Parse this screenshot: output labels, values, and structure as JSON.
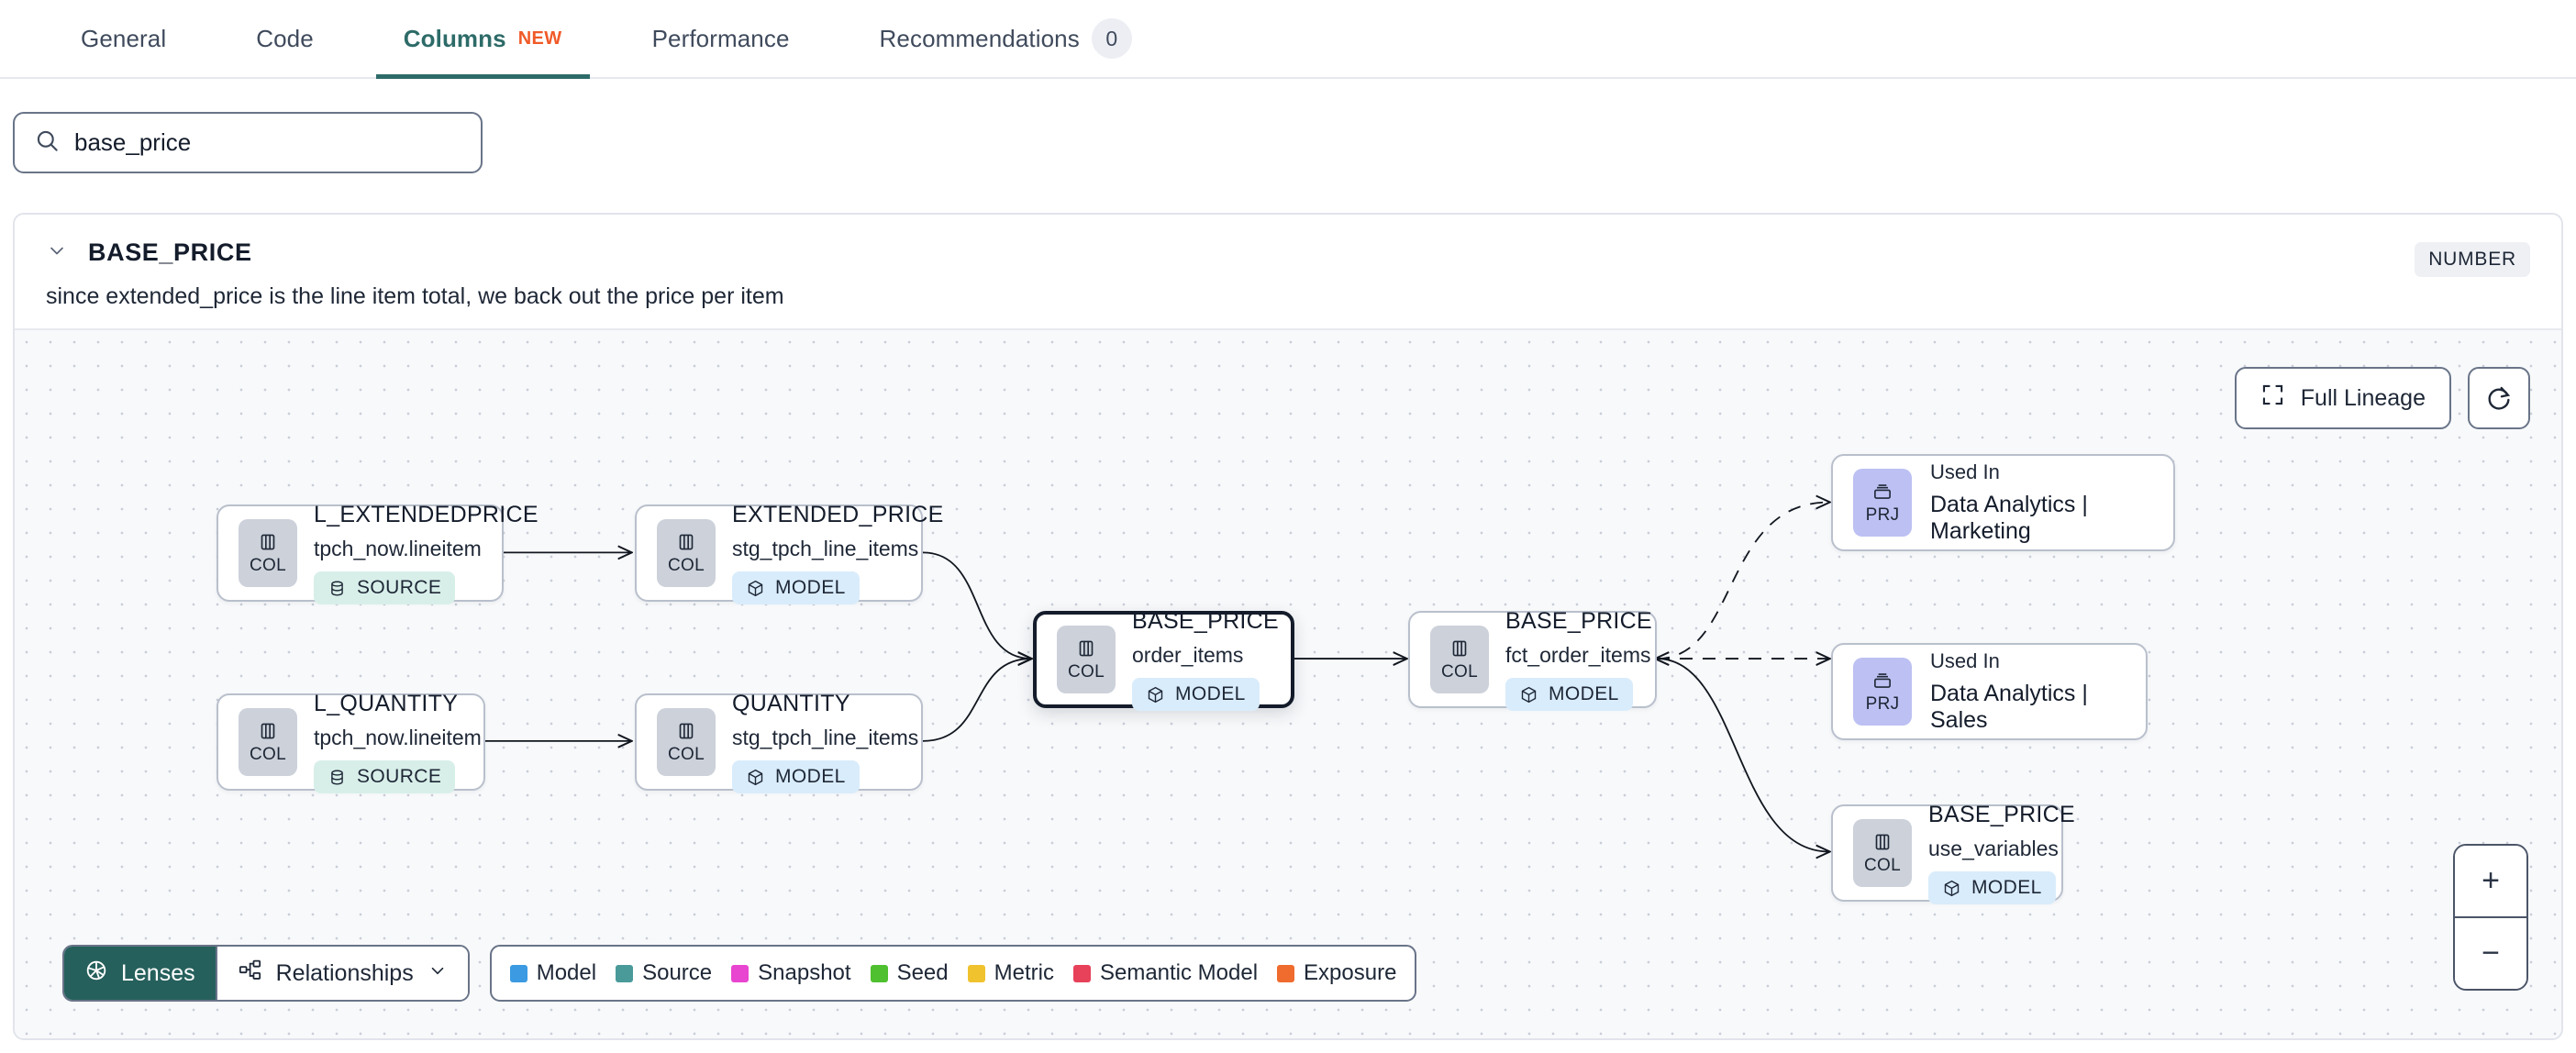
{
  "tabs": [
    {
      "label": "General",
      "active": false,
      "badge": null,
      "new": false
    },
    {
      "label": "Code",
      "active": false,
      "badge": null,
      "new": false
    },
    {
      "label": "Columns",
      "active": true,
      "badge": null,
      "new": true,
      "new_label": "NEW"
    },
    {
      "label": "Performance",
      "active": false,
      "badge": null,
      "new": false
    },
    {
      "label": "Recommendations",
      "active": false,
      "badge": "0",
      "new": false
    }
  ],
  "search": {
    "value": "base_price",
    "placeholder": "Search columns",
    "icon": "search-icon"
  },
  "column": {
    "name": "BASE_PRICE",
    "type": "NUMBER",
    "description": "since extended_price is the line item total, we back out the price per item",
    "expanded": true
  },
  "lineage": {
    "controls": {
      "full_lineage_label": "Full Lineage",
      "refresh_icon": "refresh-icon",
      "zoom_in": "+",
      "zoom_out": "−"
    },
    "toolbar": {
      "lenses_label": "Lenses",
      "relationships_label": "Relationships"
    },
    "legend": [
      {
        "label": "Model",
        "color": "#3b9ae1"
      },
      {
        "label": "Source",
        "color": "#4a9a9a"
      },
      {
        "label": "Snapshot",
        "color": "#e845d0"
      },
      {
        "label": "Seed",
        "color": "#4fc030"
      },
      {
        "label": "Metric",
        "color": "#f0c22e"
      },
      {
        "label": "Semantic Model",
        "color": "#e8415a"
      },
      {
        "label": "Exposure",
        "color": "#ef6b2e"
      }
    ],
    "nodes": [
      {
        "id": "n1",
        "kind": "COL",
        "title": "L_EXTENDEDPRICE",
        "sub": "tpch_now.lineitem",
        "badge": "SOURCE",
        "badge_type": "source",
        "selected": false
      },
      {
        "id": "n2",
        "kind": "COL",
        "title": "L_QUANTITY",
        "sub": "tpch_now.lineitem",
        "badge": "SOURCE",
        "badge_type": "source",
        "selected": false
      },
      {
        "id": "n3",
        "kind": "COL",
        "title": "EXTENDED_PRICE",
        "sub": "stg_tpch_line_items",
        "badge": "MODEL",
        "badge_type": "model",
        "selected": false
      },
      {
        "id": "n4",
        "kind": "COL",
        "title": "QUANTITY",
        "sub": "stg_tpch_line_items",
        "badge": "MODEL",
        "badge_type": "model",
        "selected": false
      },
      {
        "id": "n5",
        "kind": "COL",
        "title": "BASE_PRICE",
        "sub": "order_items",
        "badge": "MODEL",
        "badge_type": "model",
        "selected": true
      },
      {
        "id": "n6",
        "kind": "COL",
        "title": "BASE_PRICE",
        "sub": "fct_order_items",
        "badge": "MODEL",
        "badge_type": "model",
        "selected": false
      },
      {
        "id": "n7",
        "kind": "COL",
        "title": "BASE_PRICE",
        "sub": "use_variables",
        "badge": "MODEL",
        "badge_type": "model",
        "selected": false
      },
      {
        "id": "p1",
        "kind": "PRJ",
        "used_in_label": "Used In",
        "title": "Data Analytics | Marketing"
      },
      {
        "id": "p2",
        "kind": "PRJ",
        "used_in_label": "Used In",
        "title": "Data Analytics | Sales"
      }
    ]
  }
}
